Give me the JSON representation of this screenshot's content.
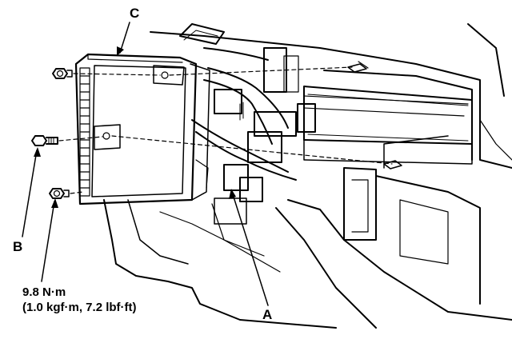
{
  "labels": {
    "a": "A",
    "b": "B",
    "c": "C"
  },
  "torque_spec": {
    "line1": "9.8 N·m",
    "line2": "(1.0 kgf·m, 7.2 lbf·ft)"
  }
}
